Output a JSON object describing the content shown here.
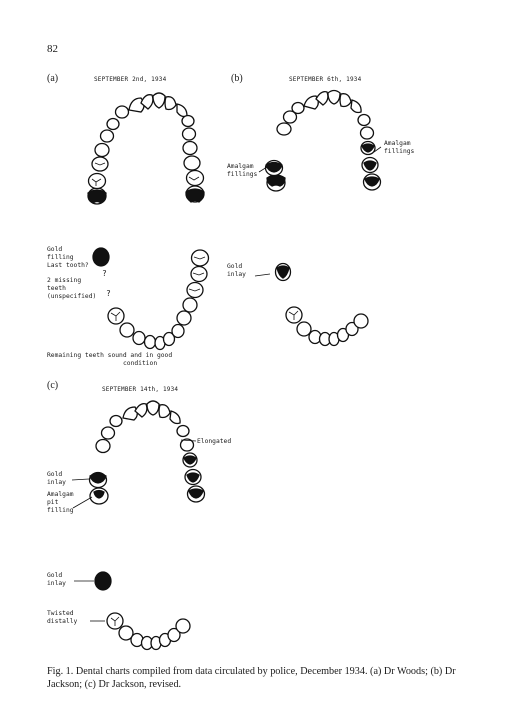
{
  "page_number": "82",
  "panels": {
    "a": {
      "letter": "(a)",
      "date": "SEPTEMBER 2nd, 1934",
      "labels": {
        "gold_filling": [
          "Gold",
          "filling",
          "Last tooth?"
        ],
        "missing": [
          "2 missing",
          "teeth",
          "(unspecified)"
        ],
        "q1": "?",
        "q2": "?",
        "remaining": [
          "Remaining teeth sound and in good",
          "condition"
        ]
      }
    },
    "b": {
      "letter": "(b)",
      "date": "SEPTEMBER 6th, 1934",
      "labels": {
        "amalgam_right": [
          "Amalgam",
          "fillings"
        ],
        "amalgam_left": [
          "Amalgam",
          "fillings"
        ],
        "gold_inlay": [
          "Gold",
          "inlay"
        ]
      }
    },
    "c": {
      "letter": "(c)",
      "date": "SEPTEMBER 14th, 1934",
      "labels": {
        "elongated": "Elongated",
        "gold_inlay_upper": [
          "Gold",
          "inlay"
        ],
        "amalgam_pit": [
          "Amalgam",
          "pit",
          "filling"
        ],
        "gold_inlay_lower": [
          "Gold",
          "inlay"
        ],
        "twisted": [
          "Twisted",
          "distally"
        ]
      }
    }
  },
  "caption": "Fig. 1. Dental charts compiled from data circulated by police, December 1934. (a) Dr Woods; (b) Dr Jackson; (c) Dr Jackson, revised."
}
